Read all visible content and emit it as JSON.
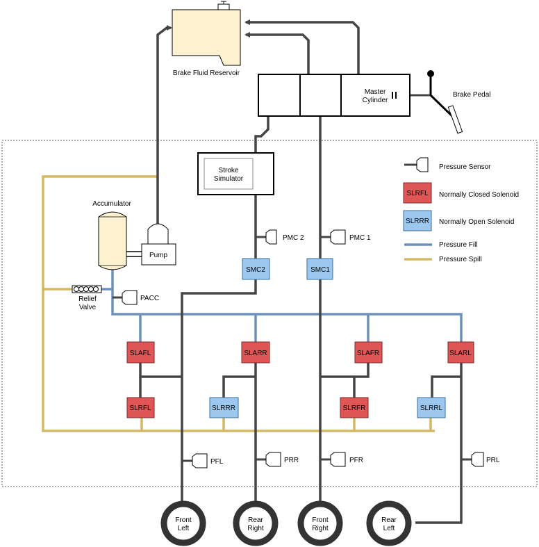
{
  "reservoir": {
    "label": "Brake Fluid Reservoir"
  },
  "master_cylinder": {
    "label_line1": "Master",
    "label_line2": "Cylinder"
  },
  "brake_pedal": {
    "label": "Brake Pedal"
  },
  "stroke_simulator": {
    "label_line1": "Stroke",
    "label_line2": "Simulator"
  },
  "accumulator": {
    "label": "Accumulator"
  },
  "pump": {
    "label": "Pump"
  },
  "relief_valve": {
    "label_line1": "Relief",
    "label_line2": "Valve"
  },
  "sensors": {
    "pmc2": "PMC 2",
    "pmc1": "PMC 1",
    "pacc": "PACC",
    "pfl": "PFL",
    "prr": "PRR",
    "pfr": "PFR",
    "prl": "PRL"
  },
  "valves": {
    "smc2": "SMC2",
    "smc1": "SMC1",
    "slafl": "SLAFL",
    "slarr": "SLARR",
    "slafr": "SLAFR",
    "slarl": "SLARL",
    "slrfl": "SLRFL",
    "slrrr": "SLRRR",
    "slrfr": "SLRFR",
    "slrrl": "SLRRL"
  },
  "wheels": {
    "fl": {
      "line1": "Front",
      "line2": "Left"
    },
    "rr": {
      "line1": "Rear",
      "line2": "Right"
    },
    "fr": {
      "line1": "Front",
      "line2": "Right"
    },
    "rl": {
      "line1": "Rear",
      "line2": "Left"
    }
  },
  "legend": {
    "pressure_sensor": "Pressure Sensor",
    "closed_sample": "SLRFL",
    "closed_label": "Normally Closed Solenoid",
    "open_sample": "SLRRR",
    "open_label": "Normally Open Solenoid",
    "fill_label": "Pressure Fill",
    "spill_label": "Pressure Spill"
  },
  "colors": {
    "normally_closed": "#e05556",
    "normally_open": "#9cc8ef",
    "pressure_fill": "#6d90bb",
    "pressure_spill": "#d3b964",
    "hydraulic_line": "#444444"
  }
}
